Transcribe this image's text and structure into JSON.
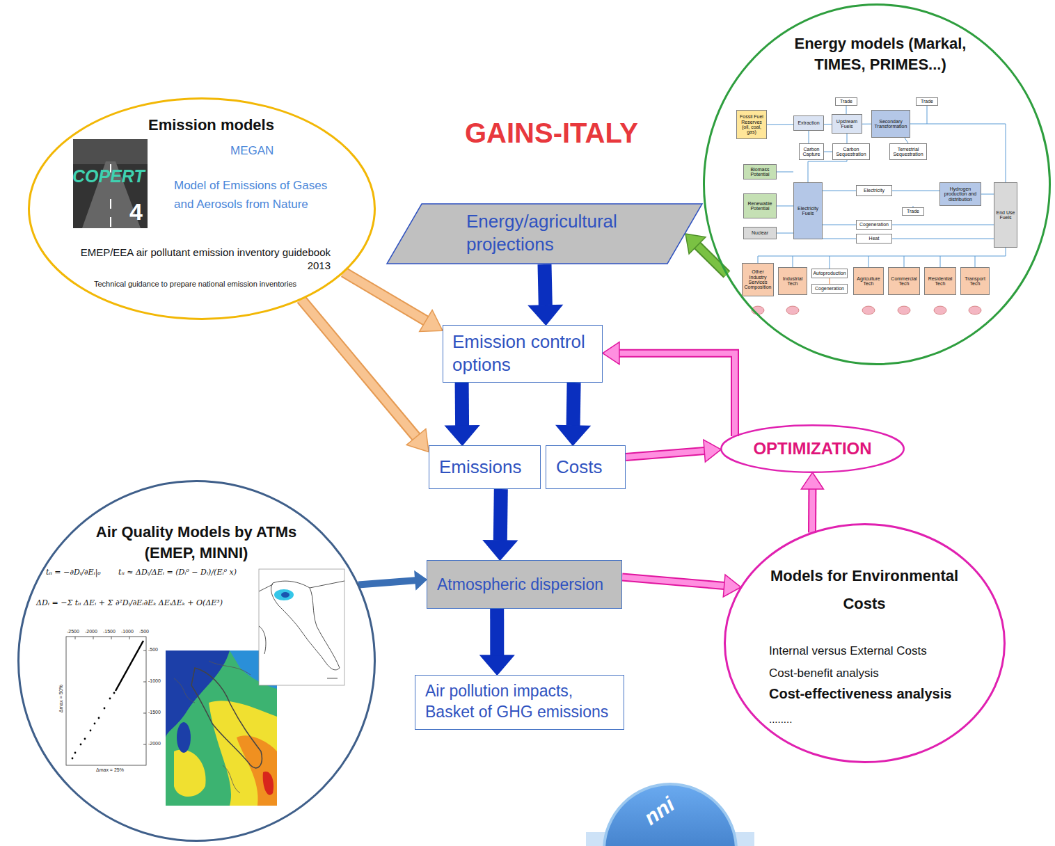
{
  "diagram": {
    "title": "GAINS-ITALY",
    "nodes": [
      {
        "text": [
          "Emission models",
          "MEGAN",
          "Model of Emissions of Gases and Aerosols from Nature",
          "EMEP/EEA air pollutant emission inventory guidebook 2013",
          "Technical guidance to prepare national emission inventories"
        ]
      },
      {
        "text": [
          "Energy models (Markal, TIMES, PRIMES...)"
        ]
      },
      {
        "text": [
          "Energy/agricultural projections"
        ]
      },
      {
        "text": [
          "Emission control options"
        ]
      },
      {
        "text": [
          "Emissions"
        ]
      },
      {
        "text": [
          "Costs"
        ]
      },
      {
        "text": [
          "OPTIMIZATION"
        ]
      },
      {
        "text": [
          "Air Quality Models by ATMs (EMEP, MINNI)"
        ]
      },
      {
        "text": [
          "Atmospheric dispersion"
        ]
      },
      {
        "text": [
          "Models for Environmental Costs",
          "Internal versus External Costs",
          "Cost-benefit analysis",
          "Cost-effectiveness analysis",
          "........"
        ]
      },
      {
        "text": [
          "Air pollution impacts, Basket of GHG emissions"
        ]
      }
    ],
    "edges": [
      {
        "from": 0,
        "to": 3,
        "arrow": "to"
      },
      {
        "from": 0,
        "to": 4,
        "arrow": "to"
      },
      {
        "from": 1,
        "to": 2,
        "arrow": "to"
      },
      {
        "from": 2,
        "to": 3,
        "arrow": "to"
      },
      {
        "from": 3,
        "to": 4,
        "arrow": "to"
      },
      {
        "from": 3,
        "to": 5,
        "arrow": "to"
      },
      {
        "from": 4,
        "to": 8,
        "arrow": "to"
      },
      {
        "from": 8,
        "to": 10,
        "arrow": "to"
      },
      {
        "from": 7,
        "to": 8,
        "arrow": "to"
      },
      {
        "from": 5,
        "to": 6,
        "arrow": "to"
      },
      {
        "from": 8,
        "to": 9,
        "arrow": "to"
      },
      {
        "from": 9,
        "to": 6,
        "arrow": "to"
      },
      {
        "from": 6,
        "to": 3,
        "arrow": "to"
      }
    ],
    "labels": [
      "COPERT",
      "4",
      "Trade",
      "Trade",
      "Fossil Fuel Reserves (oil, coal, gas)",
      "Extraction",
      "Upstream Fuels",
      "Secondary Transformation",
      "Carbon Capture",
      "Carbon Sequestration",
      "Terrestrial Sequestration",
      "Biomass Potential",
      "Renewable Potential",
      "Nuclear",
      "Electricity Fuels",
      "Electricity",
      "Hydrogen production and distribution",
      "Trade",
      "Cogeneration",
      "Heat",
      "End Use Fuels",
      "Other Industry Services Composition",
      "Industrial Tech",
      "Autoproduction",
      "Cogeneration",
      "Agriculture Tech",
      "Commercial Tech",
      "Residential Tech",
      "Transport Tech",
      "tᵢᵢ = −∂Dᵢ/∂Eᵢ|₀",
      "tᵢᵢ ≈ ΔDᵢ/ΔEᵢ = (Dᵢ⁰ − Dᵢ)/(Eᵢ⁰ x)",
      "ΔDᵢ = −Σ tᵢᵢ ΔEᵢ + Σ ∂²Dᵢ/∂Eᵢ∂Eₖ ΔEᵢΔEₖ + O(ΔE³)",
      "-2500",
      "-2000",
      "-1500",
      "-1000",
      "-500",
      "-500",
      "-1000",
      "-1500",
      "-2000",
      "Δmax = 50%",
      "Δmax = 25%",
      "nni"
    ]
  }
}
